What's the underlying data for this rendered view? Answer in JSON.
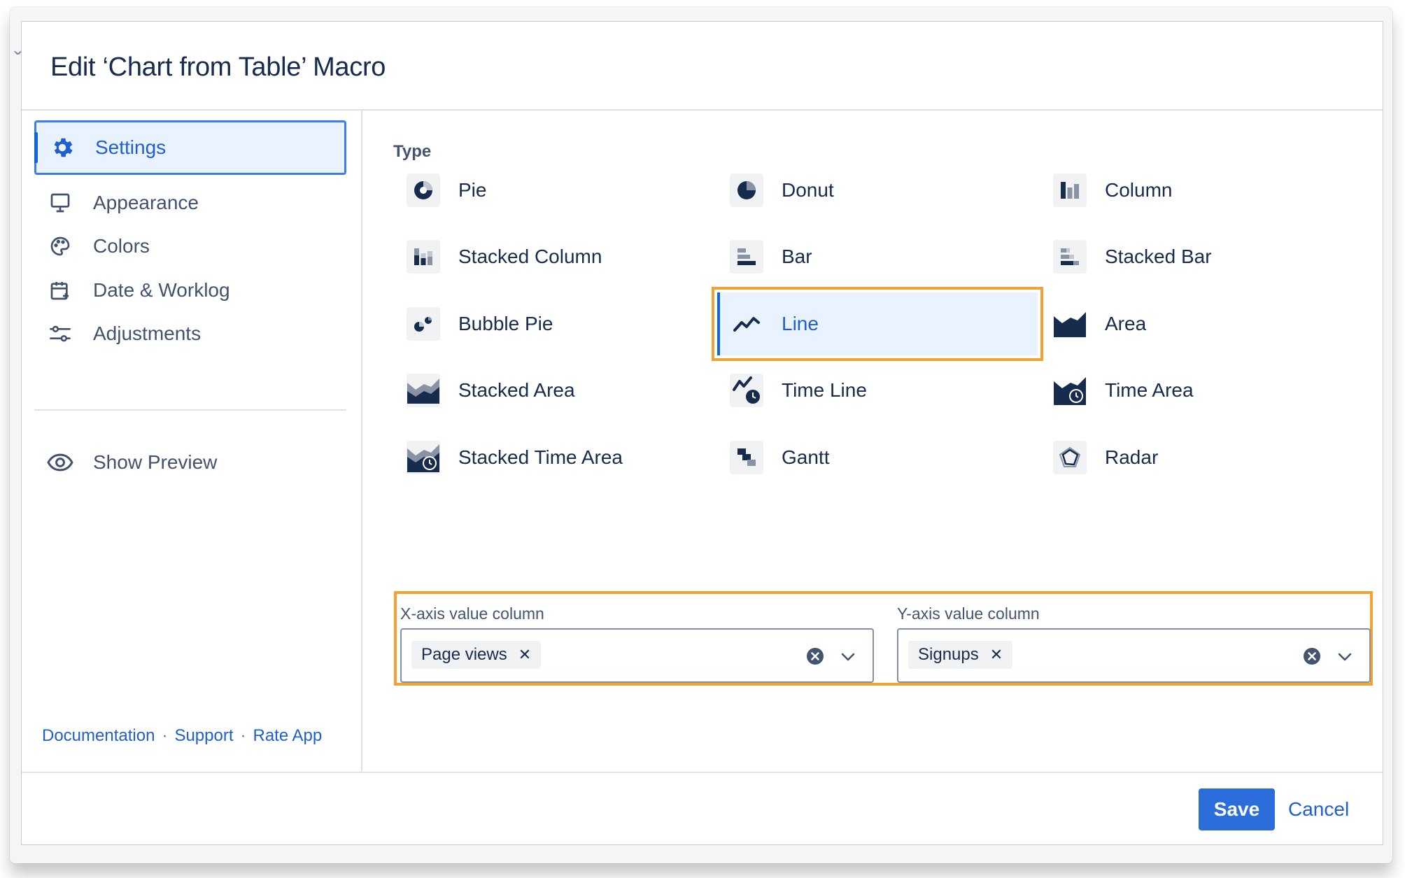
{
  "dialog": {
    "title": "Edit ‘Chart from Table’ Macro"
  },
  "sidebar": {
    "items": [
      {
        "label": "Settings",
        "icon": "gear-icon",
        "active": true
      },
      {
        "label": "Appearance",
        "icon": "monitor-icon",
        "active": false
      },
      {
        "label": "Colors",
        "icon": "palette-icon",
        "active": false
      },
      {
        "label": "Date & Worklog",
        "icon": "calendar-icon",
        "active": false
      },
      {
        "label": "Adjustments",
        "icon": "sliders-icon",
        "active": false
      }
    ],
    "preview": {
      "label": "Show Preview",
      "icon": "eye-icon"
    },
    "links": [
      "Documentation",
      "Support",
      "Rate App"
    ]
  },
  "type_section": {
    "label": "Type",
    "selected": "Line",
    "options": [
      {
        "label": "Pie",
        "icon": "pie-chart-icon"
      },
      {
        "label": "Donut",
        "icon": "donut-chart-icon"
      },
      {
        "label": "Column",
        "icon": "column-chart-icon"
      },
      {
        "label": "Stacked Column",
        "icon": "stacked-column-chart-icon"
      },
      {
        "label": "Bar",
        "icon": "bar-chart-icon"
      },
      {
        "label": "Stacked Bar",
        "icon": "stacked-bar-chart-icon"
      },
      {
        "label": "Bubble Pie",
        "icon": "bubble-pie-chart-icon"
      },
      {
        "label": "Line",
        "icon": "line-chart-icon"
      },
      {
        "label": "Area",
        "icon": "area-chart-icon"
      },
      {
        "label": "Stacked Area",
        "icon": "stacked-area-chart-icon"
      },
      {
        "label": "Time Line",
        "icon": "time-line-chart-icon"
      },
      {
        "label": "Time Area",
        "icon": "time-area-chart-icon"
      },
      {
        "label": "Stacked Time Area",
        "icon": "stacked-time-area-chart-icon"
      },
      {
        "label": "Gantt",
        "icon": "gantt-chart-icon"
      },
      {
        "label": "Radar",
        "icon": "radar-chart-icon"
      }
    ]
  },
  "axes": {
    "x": {
      "label": "X-axis value column",
      "value": "Page views"
    },
    "y": {
      "label": "Y-axis value column",
      "value": "Signups"
    }
  },
  "footer": {
    "save_label": "Save",
    "cancel_label": "Cancel"
  },
  "colors": {
    "accent": "#1f5fd0",
    "primary_button": "#2a6ddb",
    "highlight": "#f1a232",
    "selected_bg": "#e9f2ff",
    "icon_dark": "#172b4d"
  }
}
